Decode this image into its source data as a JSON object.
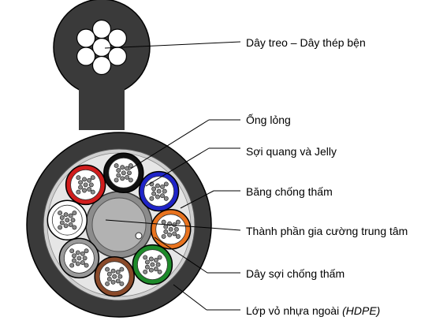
{
  "labels": {
    "messenger": "Dây treo – Dây thép bện",
    "loose_tube": "Ống lỏng",
    "fiber_jelly": "Sợi quang và Jelly",
    "water_tape": "Băng chống thấm",
    "central_member": "Thành phần gia cường trung tâm",
    "water_yarn": "Dây sợi chống thấm",
    "outer_sheath": "Lớp vỏ nhựa ngoài ",
    "outer_sheath_material": "(HDPE)"
  },
  "tubes": [
    {
      "name": "black",
      "color": "#111111"
    },
    {
      "name": "blue",
      "color": "#1f24c8"
    },
    {
      "name": "orange",
      "color": "#e8731f"
    },
    {
      "name": "green",
      "color": "#1d8a2a"
    },
    {
      "name": "brown",
      "color": "#8a4a2a"
    },
    {
      "name": "gray",
      "color": "#9a9a9a"
    },
    {
      "name": "white",
      "color": "#ffffff"
    },
    {
      "name": "red",
      "color": "#d11d1d"
    }
  ],
  "colors": {
    "sheath": "#3a3a3a",
    "tape": "#cfcfcf",
    "central_member": "#a9a9a9",
    "wire": "#ffffff"
  }
}
